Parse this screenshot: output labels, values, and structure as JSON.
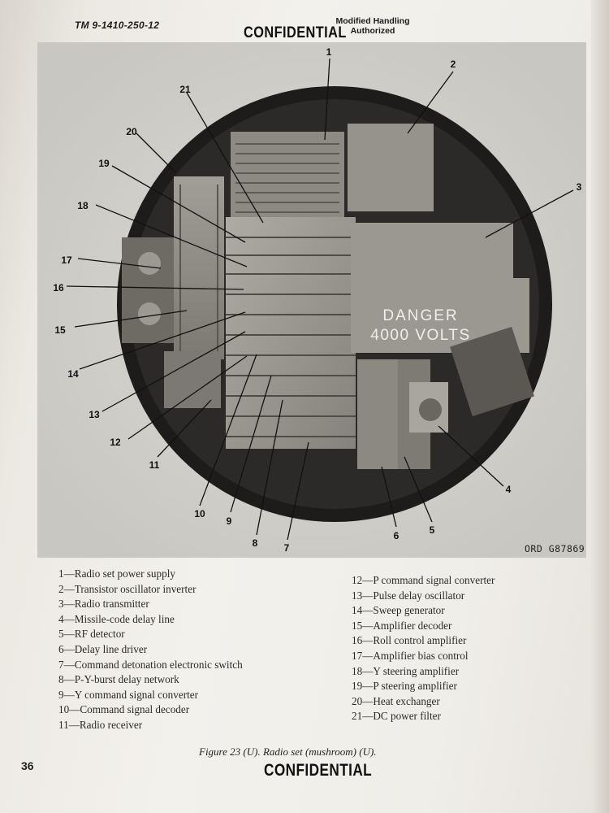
{
  "header": {
    "doc_id": "TM 9-1410-250-12",
    "classification": "CONFIDENTIAL",
    "handling_line1": "Modified Handling",
    "handling_line2": "Authorized"
  },
  "figure": {
    "ord_code": "ORD G87869",
    "panel_text_line1": "DANGER",
    "panel_text_line2": "4000 VOLTS",
    "callouts": [
      "1",
      "2",
      "3",
      "4",
      "5",
      "6",
      "7",
      "8",
      "9",
      "10",
      "11",
      "12",
      "13",
      "14",
      "15",
      "16",
      "17",
      "18",
      "19",
      "20",
      "21"
    ]
  },
  "legend": {
    "left": [
      "1—Radio set power supply",
      "2—Transistor oscillator inverter",
      "3—Radio transmitter",
      "4—Missile-code delay line",
      "5—RF detector",
      "6—Delay line driver",
      "7—Command detonation electronic switch",
      "8—P-Y-burst delay network",
      "9—Y command signal converter",
      "10—Command signal decoder",
      "11—Radio receiver"
    ],
    "right": [
      "12—P command signal converter",
      "13—Pulse delay oscillator",
      "14—Sweep generator",
      "15—Amplifier decoder",
      "16—Roll control amplifier",
      "17—Amplifier bias control",
      "18—Y steering amplifier",
      "19—P steering amplifier",
      "20—Heat exchanger",
      "21—DC power filter"
    ]
  },
  "caption": "Figure 23 (U).  Radio set (mushroom) (U).",
  "page_number": "36",
  "footer": {
    "classification": "CONFIDENTIAL"
  }
}
